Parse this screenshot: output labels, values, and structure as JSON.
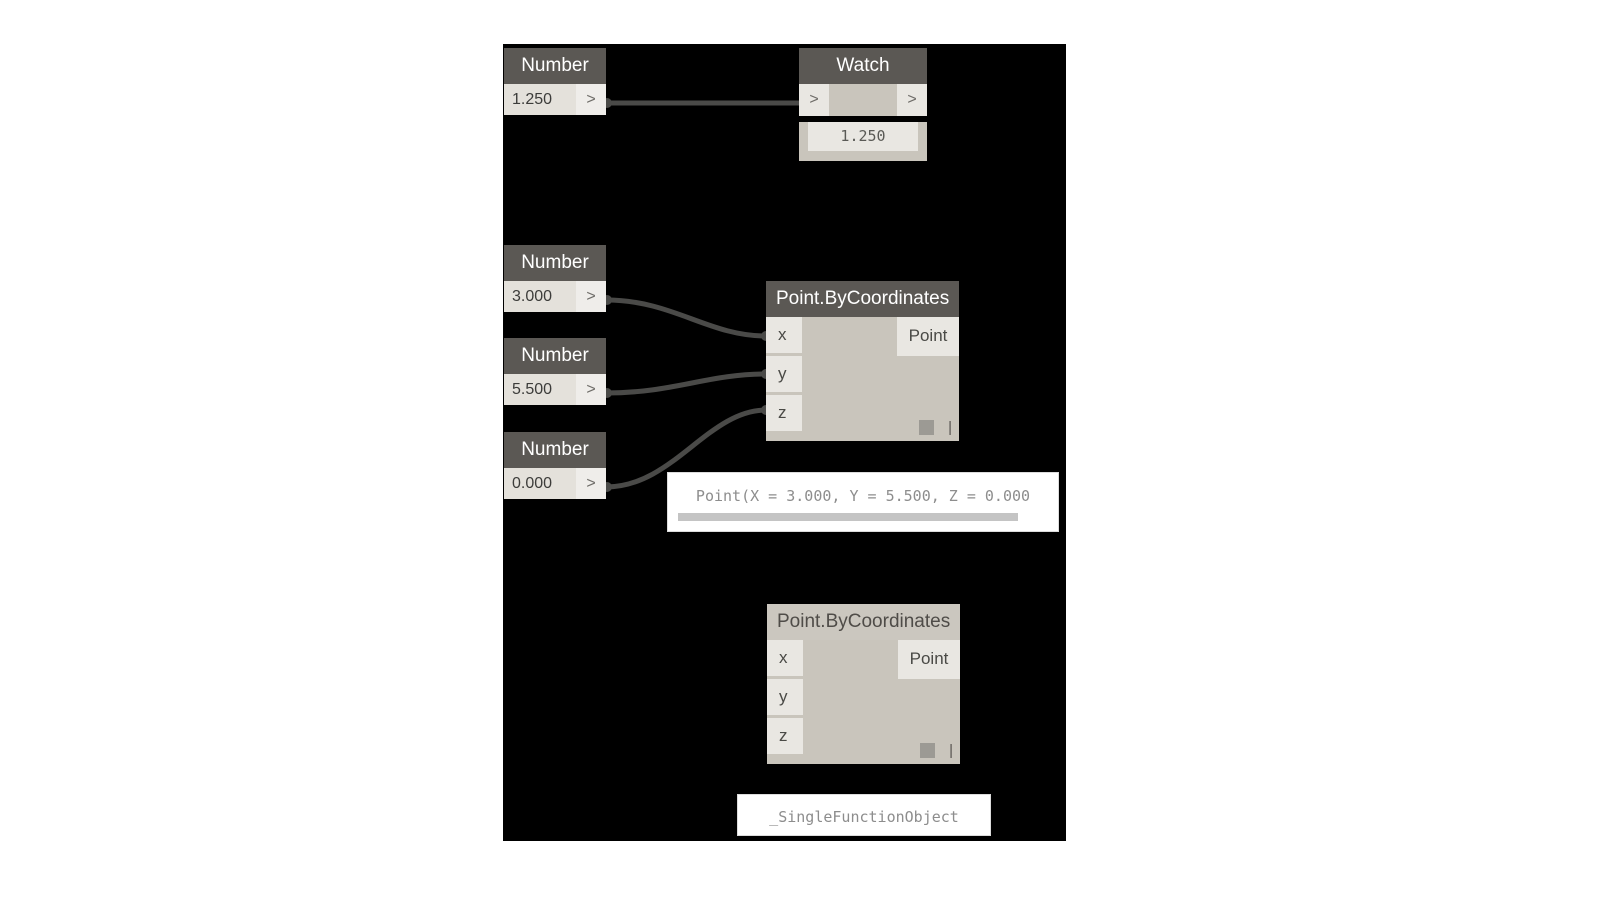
{
  "app": {
    "kind": "dynamo-node-graph",
    "canvas_background": "#000000",
    "page_background": "#ffffff"
  },
  "colors": {
    "node_header_dark": "#5b5854",
    "node_header_light": "#cbc7bf",
    "node_body": "#c9c5bc",
    "port_background": "#e9e7e2",
    "wire": "#4a4a48",
    "preview_text": "#8d8d8d",
    "lacing_box": "#9c9a94"
  },
  "nodes": {
    "number_1": {
      "title": "Number",
      "value": "1.250",
      "caret": ">"
    },
    "number_2": {
      "title": "Number",
      "value": "3.000",
      "caret": ">"
    },
    "number_3": {
      "title": "Number",
      "value": "5.500",
      "caret": ">"
    },
    "number_4": {
      "title": "Number",
      "value": "0.000",
      "caret": ">"
    },
    "watch": {
      "title": "Watch",
      "input_caret": ">",
      "output_caret": ">",
      "value": "1.250"
    },
    "point_top": {
      "title": "Point.ByCoordinates",
      "inputs": [
        "x",
        "y",
        "z"
      ],
      "output": "Point",
      "lacing_icon": "square-icon",
      "bar_icon": "vertical-bar-icon"
    },
    "point_bottom": {
      "title": "Point.ByCoordinates",
      "inputs": [
        "x",
        "y",
        "z"
      ],
      "output": "Point",
      "lacing_icon": "square-icon",
      "bar_icon": "vertical-bar-icon"
    }
  },
  "previews": {
    "point_top": {
      "text": "Point(X = 3.000, Y = 5.500, Z = 0.000",
      "has_scrollbar": true
    },
    "point_bottom": {
      "text": "_SingleFunctionObject",
      "has_scrollbar": false
    }
  }
}
